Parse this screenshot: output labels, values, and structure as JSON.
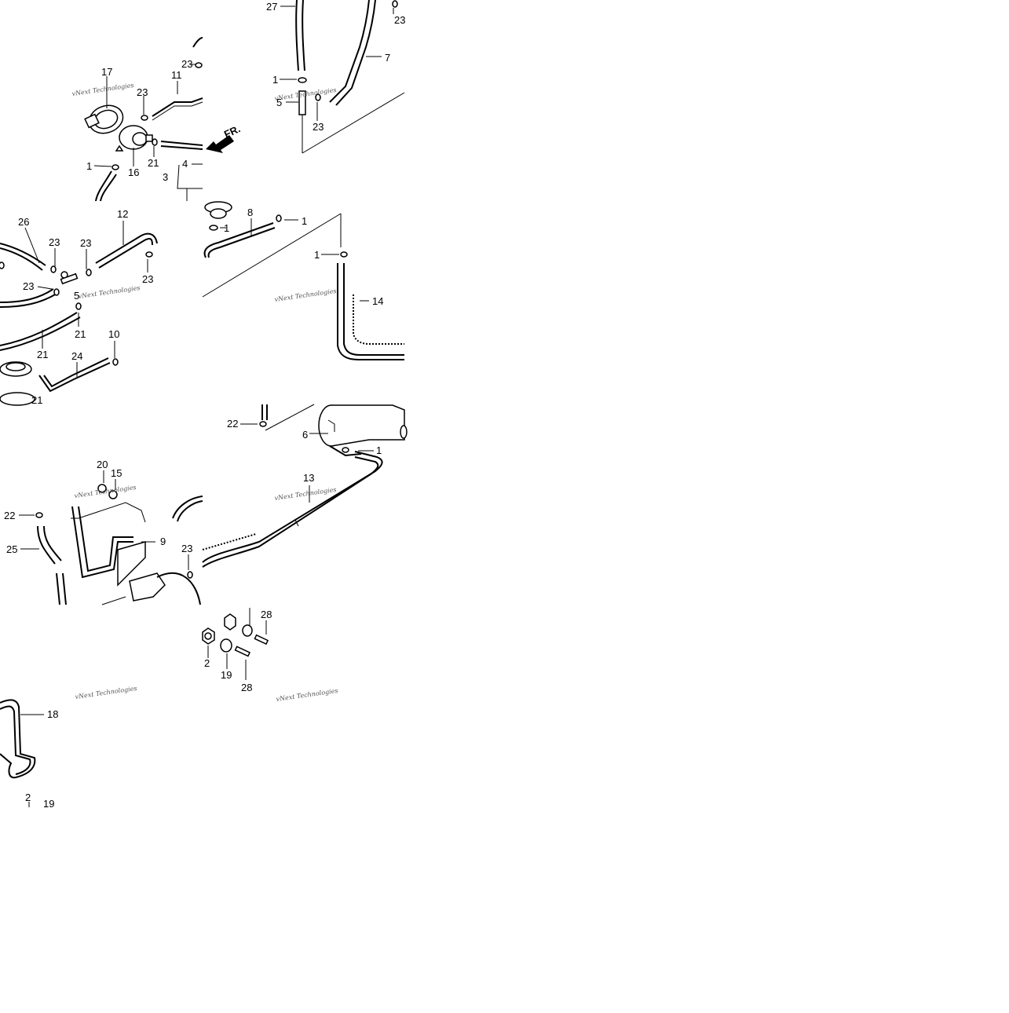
{
  "watermark": "vNext Technologies",
  "arrow_label": "FR.",
  "labels": [
    "27",
    "23",
    "7",
    "1",
    "5",
    "23",
    "23",
    "11",
    "17",
    "23",
    "16",
    "21",
    "1",
    "4",
    "3",
    "26",
    "12",
    "23",
    "23",
    "23",
    "23",
    "5",
    "21",
    "21",
    "24",
    "10",
    "21",
    "8",
    "1",
    "1",
    "1",
    "14",
    "22",
    "6",
    "1",
    "13",
    "20",
    "15",
    "22",
    "25",
    "9",
    "23",
    "28",
    "2",
    "19",
    "28",
    "18",
    "2",
    "19"
  ]
}
